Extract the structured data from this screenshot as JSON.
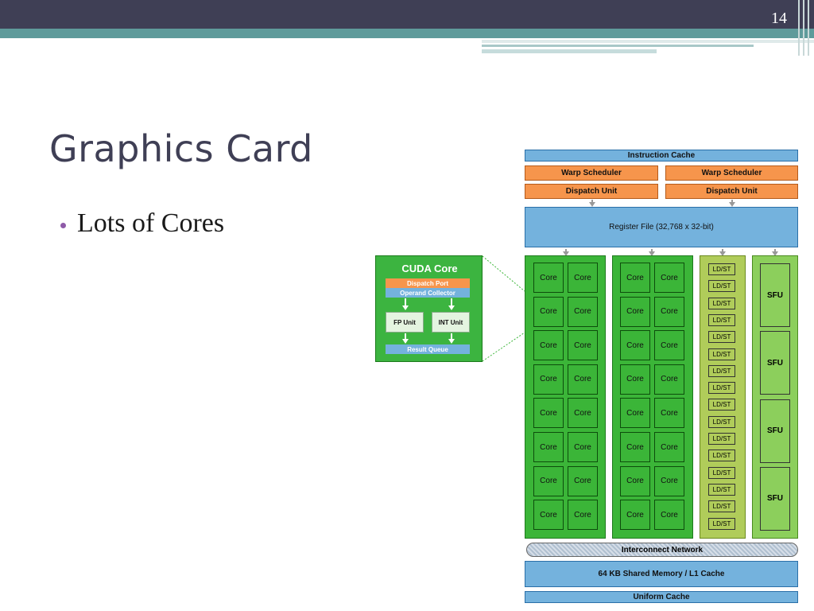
{
  "slide": {
    "number": "14",
    "title": "Graphics Card",
    "bullet": "Lots of Cores"
  },
  "diagram": {
    "instruction_cache": "Instruction Cache",
    "warp_scheduler": "Warp Scheduler",
    "dispatch_unit": "Dispatch Unit",
    "register_file": "Register File (32,768 x 32-bit)",
    "core": "Core",
    "ldst": "LD/ST",
    "sfu": "SFU",
    "interconnect": "Interconnect Network",
    "shared_memory": "64 KB Shared Memory / L1 Cache",
    "uniform_cache": "Uniform Cache"
  },
  "cuda_core": {
    "title": "CUDA Core",
    "dispatch_port": "Dispatch Port",
    "operand_collector": "Operand Collector",
    "fp_unit": "FP Unit",
    "int_unit": "INT Unit",
    "result_queue": "Result Queue"
  },
  "colors": {
    "header": "#3f3f55",
    "teal": "#5f9b9b",
    "core_green": "#3bb538",
    "cache_blue": "#74b2dd",
    "scheduler_orange": "#f6954c",
    "bullet": "#8e5aa8"
  }
}
